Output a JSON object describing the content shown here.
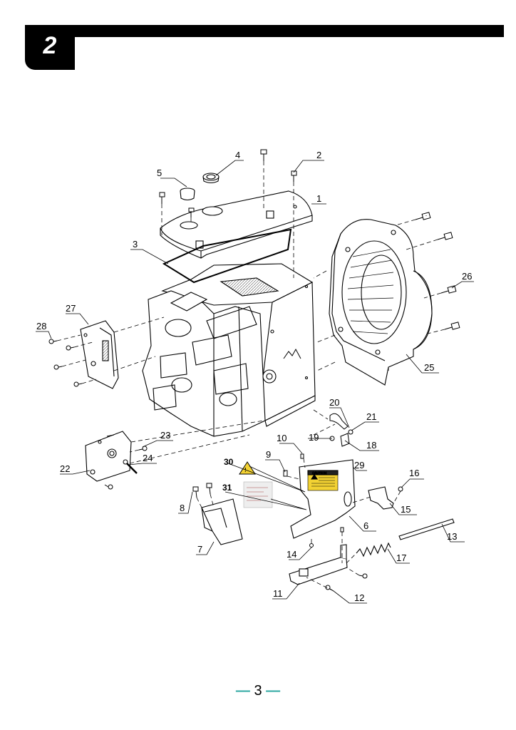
{
  "header": {
    "section_number": "2"
  },
  "diagram": {
    "parts": [
      {
        "id": "part-1",
        "label": "1"
      },
      {
        "id": "part-2",
        "label": "2"
      },
      {
        "id": "part-3",
        "label": "3"
      },
      {
        "id": "part-4",
        "label": "4"
      },
      {
        "id": "part-5",
        "label": "5"
      },
      {
        "id": "part-6",
        "label": "6"
      },
      {
        "id": "part-7",
        "label": "7"
      },
      {
        "id": "part-8",
        "label": "8"
      },
      {
        "id": "part-9",
        "label": "9"
      },
      {
        "id": "part-10",
        "label": "10"
      },
      {
        "id": "part-11",
        "label": "11"
      },
      {
        "id": "part-12",
        "label": "12"
      },
      {
        "id": "part-13",
        "label": "13"
      },
      {
        "id": "part-14",
        "label": "14"
      },
      {
        "id": "part-15",
        "label": "15"
      },
      {
        "id": "part-16",
        "label": "16"
      },
      {
        "id": "part-17",
        "label": "17"
      },
      {
        "id": "part-18",
        "label": "18"
      },
      {
        "id": "part-19",
        "label": "19"
      },
      {
        "id": "part-20",
        "label": "20"
      },
      {
        "id": "part-21",
        "label": "21"
      },
      {
        "id": "part-22",
        "label": "22"
      },
      {
        "id": "part-23",
        "label": "23"
      },
      {
        "id": "part-24",
        "label": "24"
      },
      {
        "id": "part-25",
        "label": "25"
      },
      {
        "id": "part-26",
        "label": "26"
      },
      {
        "id": "part-27",
        "label": "27"
      },
      {
        "id": "part-28",
        "label": "28"
      },
      {
        "id": "part-29",
        "label": "29"
      },
      {
        "id": "part-30",
        "label": "30"
      },
      {
        "id": "part-31",
        "label": "31"
      }
    ],
    "caution_label_text": "CAUTION"
  },
  "footer": {
    "page_number": "3",
    "dash": "—"
  }
}
